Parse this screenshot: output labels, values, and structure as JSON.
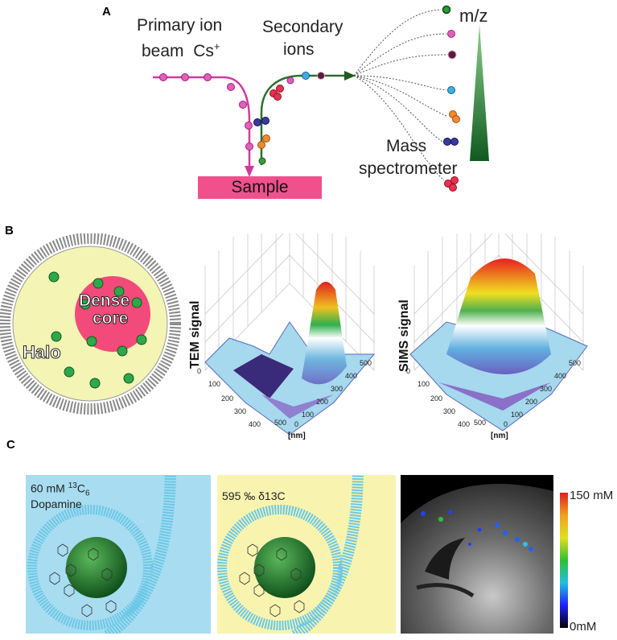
{
  "panel_a": {
    "letter": "A",
    "primary_line1": "Primary ion",
    "primary_line2": "beam",
    "primary_ion": "Cs",
    "primary_charge": "+",
    "secondary_line1": "Secondary",
    "secondary_line2": "ions",
    "mz": "m/z",
    "mass_line1": "Mass",
    "mass_line2": "spectrometer",
    "sample": "Sample",
    "colors": {
      "beam": "#d03aa0",
      "sample": "#f0508c",
      "wedge": "#1f6e2b"
    }
  },
  "panel_b": {
    "letter": "B",
    "vesicle_core_line1": "Dense",
    "vesicle_core_line2": "core",
    "vesicle_halo": "Halo",
    "tem_axis": "TEM signal",
    "sims_axis": "SIMS signal",
    "unit": "[nm]",
    "ticks": [
      "0",
      "100",
      "200",
      "300",
      "400",
      "500"
    ]
  },
  "panel_c": {
    "letter": "C",
    "box1_line1": "60 mM",
    "box1_iso": "13",
    "box1_chem": "C",
    "box1_sub": "6",
    "box1_line2": "Dopamine",
    "box2_text": "595 ‰ δ13C",
    "scale_max": "150 mM",
    "scale_min": "0mM",
    "colors": {
      "box1": "#a8dcf0",
      "box2": "#f8f4b0",
      "membrane": "#6cc8e6"
    }
  }
}
